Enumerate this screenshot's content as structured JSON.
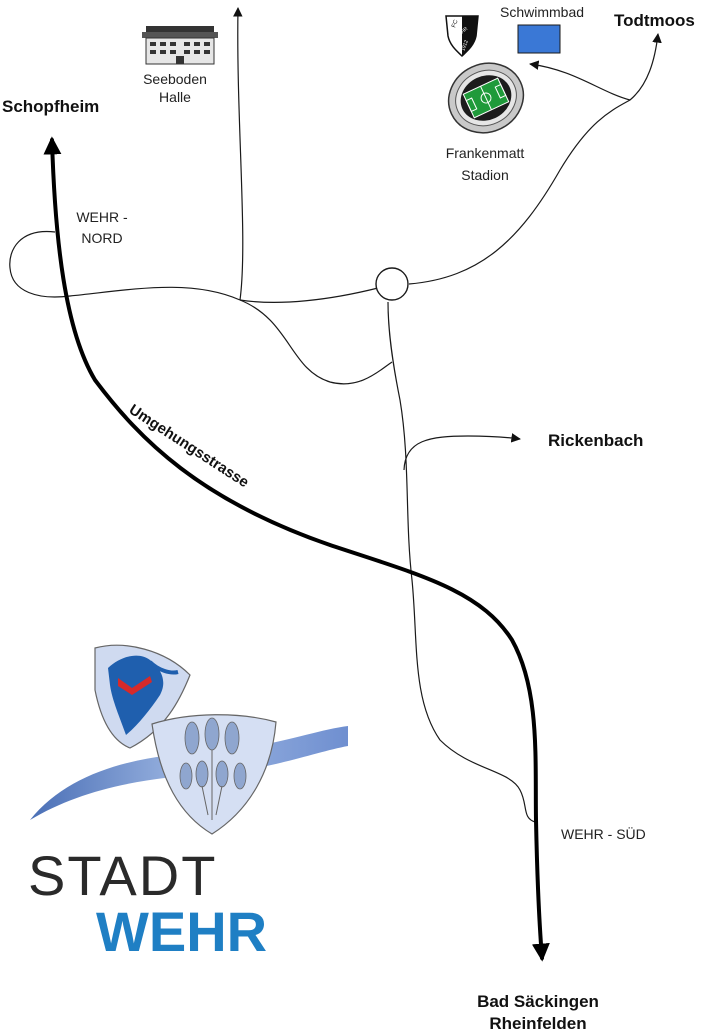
{
  "places": {
    "schopfheim": "Schopfheim",
    "todtmoos": "Todtmoos",
    "rickenbach": "Rickenbach",
    "bad_saeckingen": "Bad Säckingen",
    "rheinfelden": "Rheinfelden"
  },
  "landmarks": {
    "seeboden_line1": "Seeboden",
    "seeboden_line2": "Halle",
    "schwimmbad": "Schwimmbad",
    "stadion_line1": "Frankenmatt",
    "stadion_line2": "Stadion",
    "fc_badge_top": "FC",
    "fc_badge_name": "WEHR",
    "fc_badge_year": "1912"
  },
  "exits": {
    "nord_line1": "WEHR -",
    "nord_line2": "NORD",
    "sued": "WEHR - SÜD"
  },
  "road_label": "Umgehungsstrasse",
  "logo": {
    "line1": "STADT",
    "line2": "WEHR"
  },
  "colors": {
    "main_road": "#000000",
    "pool": "#3a78d6",
    "pitch": "#1f9a3a",
    "logo_blue": "#1f7fc4",
    "logo_dark": "#2a2a2a"
  },
  "icons": [
    "building-icon",
    "fc-wehr-badge-icon",
    "pool-icon",
    "stadium-icon",
    "roundabout-icon",
    "coat-of-arms-icon"
  ]
}
